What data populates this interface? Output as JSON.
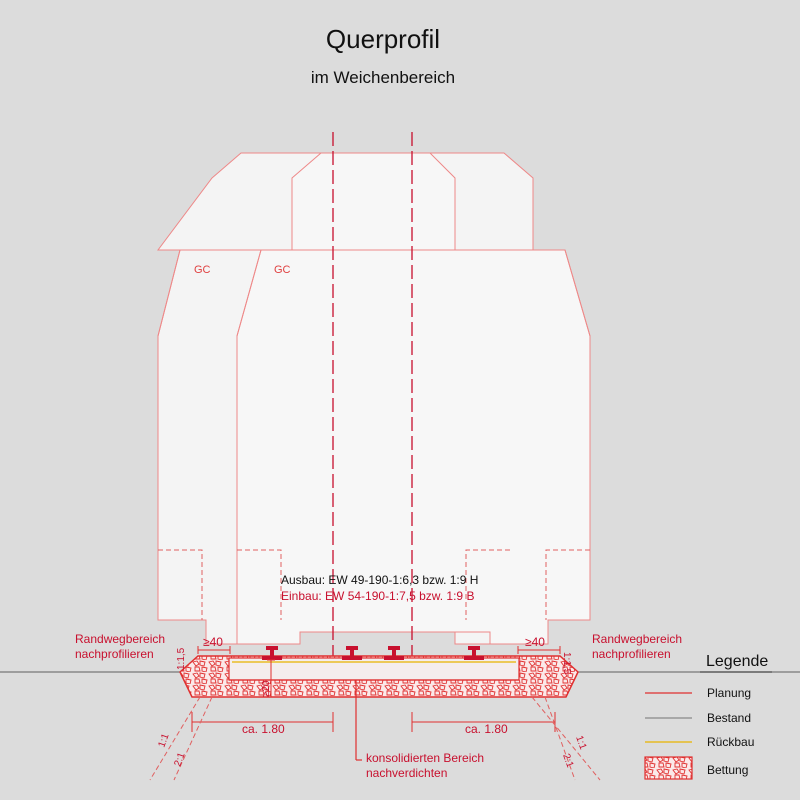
{
  "header": {
    "title": "Querprofil",
    "subtitle": "im Weichenbereich"
  },
  "clearance": {
    "left_tag": "GC",
    "right_tag": "GC"
  },
  "turnout": {
    "removal": "Ausbau: EW 49-190-1:6,3 bzw. 1:9 H",
    "installation": "Einbau:  EW 54-190-1:7,5 bzw. 1:9 B"
  },
  "annotations": {
    "edge_left_line1": "Randwegbereich",
    "edge_left_line2": "nachprofilieren",
    "edge_right_line1": "Randwegbereich",
    "edge_right_line2": "nachprofilieren",
    "slope_left_top": "1:1,5",
    "slope_right_top": "1:1,5",
    "dim_left_top": "≥40",
    "dim_right_top": "≥40",
    "depth": "≥20",
    "dim_left_bottom": "ca. 1.80",
    "dim_right_bottom": "ca. 1.80",
    "slope_left_1": "1:1",
    "slope_left_2": "2:1",
    "slope_right_1": "1:1",
    "slope_right_2": "2:1",
    "consolidate_line1": "konsolidierten Bereich",
    "consolidate_line2": "nachverdichten"
  },
  "legend": {
    "title": "Legende",
    "items": [
      {
        "label": "Planung",
        "color": "#e03030",
        "kind": "line"
      },
      {
        "label": "Bestand",
        "color": "#888888",
        "kind": "line"
      },
      {
        "label": "Rückbau",
        "color": "#e8b400",
        "kind": "line"
      },
      {
        "label": "Bettung",
        "color": "#e03030",
        "kind": "hatch"
      }
    ]
  },
  "colors": {
    "planning": "#e03030",
    "existing": "#888888",
    "removal": "#e8b400",
    "background": "#dcdcdc"
  }
}
